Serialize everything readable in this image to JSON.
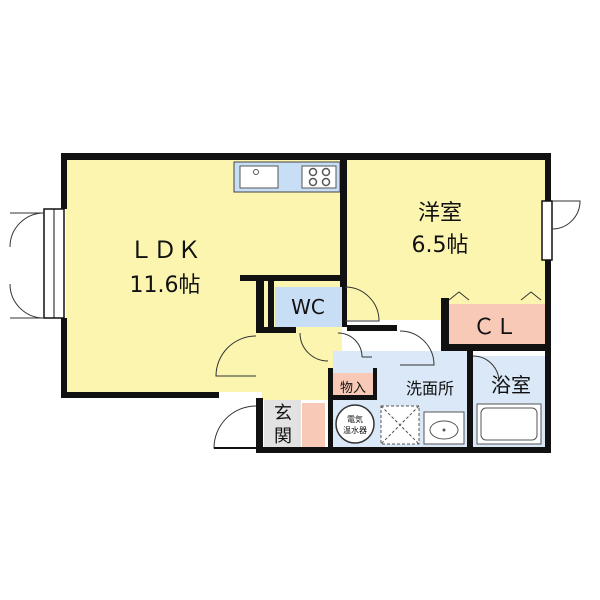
{
  "colors": {
    "ldk": "#fbf5b0",
    "bedroom": "#fbf5b0",
    "entrance_hall": "#fbf5b0",
    "wc": "#c8def5",
    "closet": "#f7c9b6",
    "storage": "#f7c9b6",
    "washroom": "#dbe8f7",
    "bathroom": "#dbe8f7",
    "kitchen_counter": "#c8def5",
    "genkan_floor": "#e2e2e2",
    "shoe_box": "#f7c9b6",
    "wall": "#111111"
  },
  "rooms": {
    "ldk": {
      "name": "ＬＤＫ",
      "size": "11.6帖"
    },
    "bedroom": {
      "name": "洋室",
      "size": "6.5帖"
    },
    "wc": {
      "name": "WC"
    },
    "closet": {
      "name": "ＣＬ"
    },
    "storage": {
      "name": "物入"
    },
    "washroom": {
      "name": "洗面所"
    },
    "bathroom": {
      "name": "浴室"
    },
    "entrance": {
      "name_top": "玄",
      "name_bottom": "関"
    },
    "water_heater": {
      "line1": "電気",
      "line2": "温水器"
    }
  },
  "icons": [
    "sink-icon",
    "stove-icon",
    "washbasin-icon",
    "bathtub-icon",
    "washing-machine-pan-icon"
  ]
}
